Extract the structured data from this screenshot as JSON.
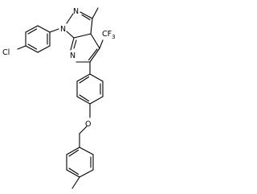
{
  "molecule": {
    "atoms": {
      "chlorine": "Cl",
      "pyrazole_n1": "N",
      "pyrazole_n2": "N",
      "pyridine_n": "N",
      "trifluoromethyl": "CF",
      "trifluoromethyl_subscript": "3",
      "ether_o": "O"
    }
  }
}
